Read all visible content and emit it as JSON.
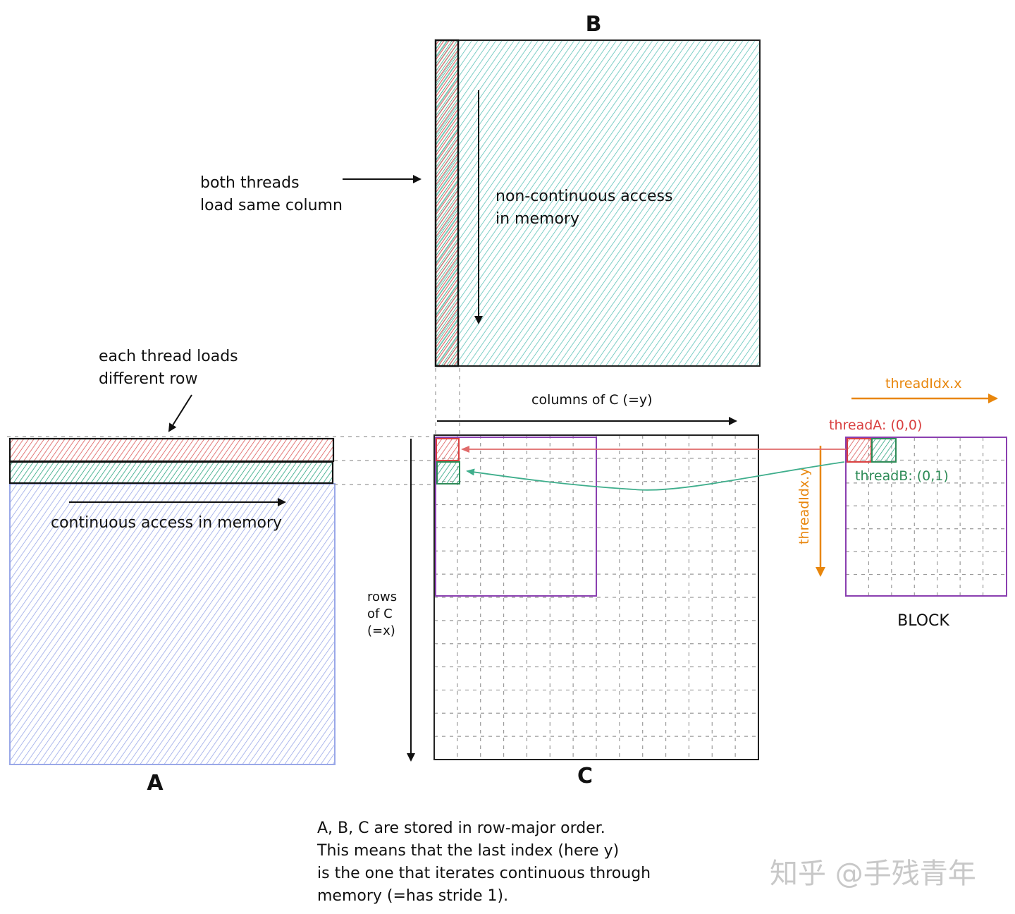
{
  "matrices": {
    "a": {
      "label": "A",
      "fill": "#b8c2f0"
    },
    "b": {
      "label": "B",
      "fill": "#8fd6cf"
    },
    "c": {
      "label": "C"
    },
    "block": {
      "label": "BLOCK"
    }
  },
  "annotations": {
    "both_threads": [
      "both threads",
      "load same column"
    ],
    "non_continuous": [
      "non-continuous access",
      "in memory"
    ],
    "each_thread": [
      "each thread loads",
      "different row"
    ],
    "continuous": "continuous access in memory",
    "columns_of_c": "columns of C (=y)",
    "rows_of_c": [
      "rows",
      "of C",
      "(=x)"
    ],
    "thread_idx_x": "threadIdx.x",
    "thread_idx_y": "threadIdx.y",
    "thread_a": "threadA: (0,0)",
    "thread_b": "threadB: (0,1)"
  },
  "note": [
    "A, B, C are stored in row-major order.",
    "This means that the last index (here y)",
    "is the one that iterates continuous through",
    "memory (=has stride 1)."
  ],
  "watermark": "知乎 @手残青年",
  "colors": {
    "thread_a": "#d94040",
    "thread_b": "#2e8b57",
    "thread_idx": "#e8860c",
    "block_border": "#8a3fb0",
    "a_fill": "#b8c2f0",
    "b_fill": "#8fd6cf"
  }
}
